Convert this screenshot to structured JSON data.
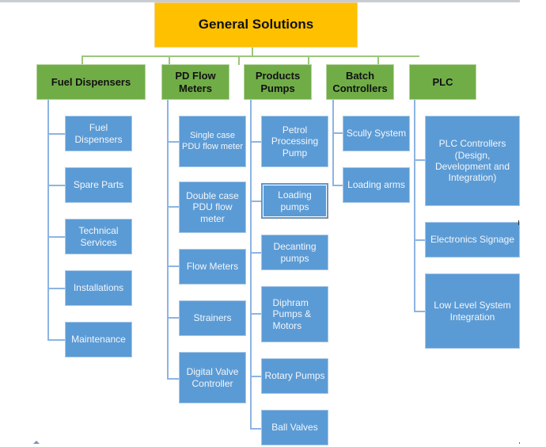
{
  "root": {
    "label": "General Solutions"
  },
  "categories": [
    {
      "label": "Fuel Dispensers",
      "items": [
        "Fuel Dispensers",
        "Spare Parts",
        "Technical Services",
        "Installations",
        "Maintenance"
      ]
    },
    {
      "label": "PD Flow Meters",
      "items": [
        "Single case PDU flow meter",
        "Double case PDU flow meter",
        "Flow Meters",
        "Strainers",
        "Digital Valve Controller"
      ]
    },
    {
      "label": "Products Pumps",
      "items": [
        "Petrol Processing Pump",
        "Loading pumps",
        "Decanting pumps",
        "Diphram Pumps & Motors",
        "Rotary Pumps",
        "Ball Valves"
      ]
    },
    {
      "label": "Batch Controllers",
      "items": [
        "Scully System",
        "Loading arms"
      ]
    },
    {
      "label": "PLC",
      "items": [
        "PLC Controllers (Design, Development and Integration)",
        "Electronics Signage",
        "Low Level System Integration"
      ]
    }
  ],
  "colors": {
    "root": "#ffc000",
    "category": "#70ad47",
    "item": "#5b9bd5",
    "connector_green": "#9cc67c",
    "connector_blue": "#8db4e2"
  }
}
